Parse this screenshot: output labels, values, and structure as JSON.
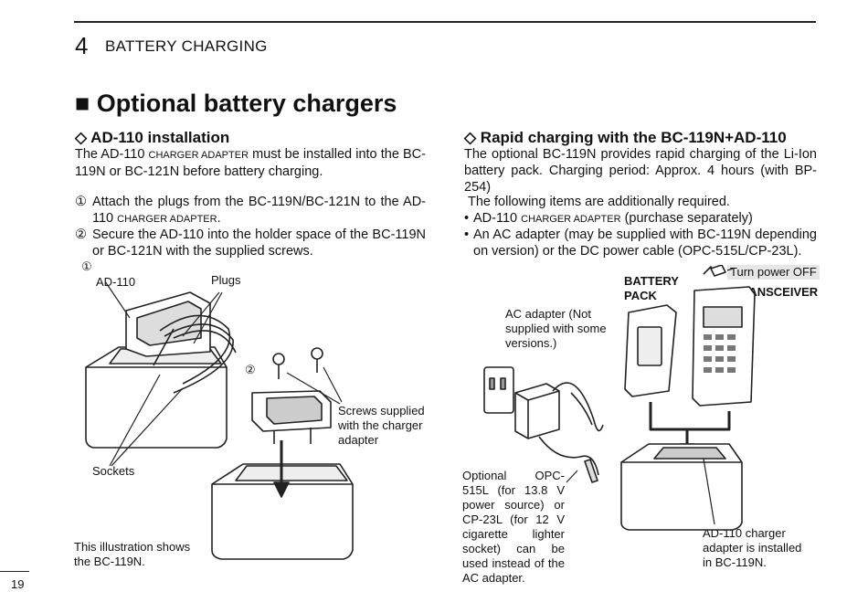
{
  "header": {
    "chapter_number": "4",
    "chapter_title": "BATTERY CHARGING"
  },
  "section_title": "■ Optional battery chargers",
  "left": {
    "title": "◇ AD-110 installation",
    "intro_a": "The AD-110 ",
    "intro_sc": "CHARGER ADAPTER",
    "intro_b": " must be installed into the BC-119N or BC-121N before battery charging.",
    "step1_marker": "①",
    "step1_a": "Attach the plugs from the BC-119N/BC-121N to the AD-110 ",
    "step1_sc": "CHARGER ADAPTER",
    "step1_b": ".",
    "step2_marker": "②",
    "step2_text": "Secure the AD-110 into the holder space of the BC-119N or BC-121N with the supplied screws.",
    "fig_marker1": "①",
    "fig_marker2": "②",
    "label_ad110": "AD-110",
    "label_plugs": "Plugs",
    "label_sockets": "Sockets",
    "label_screws": "Screws supplied with the charger adapter",
    "caption": "This illustration shows the BC-119N."
  },
  "right": {
    "title": "◇ Rapid charging with the BC-119N+AD-110",
    "intro": "The optional BC-119N provides rapid charging of the Li-Ion battery pack. Charging period: Approx. 4 hours (with BP-254)",
    "required": "The following items are additionally required.",
    "bullet1_a": "AD-110 ",
    "bullet1_sc": "CHARGER ADAPTER",
    "bullet1_b": " (purchase separately)",
    "bullet2": "An AC adapter (may be supplied with BC-119N depending on version) or the DC power cable (OPC-515L/CP-23L).",
    "label_turn_off": "Turn power OFF",
    "label_battery": "BATTERY PACK",
    "label_transceiver": "TRANSCEIVER",
    "label_ac_adapter": "AC adapter (Not supplied with some versions.)",
    "label_opc": "Optional OPC-515L (for 13.8 V power source) or CP-23L (for 12 V cigarette lighter socket) can be used instead of the AC adapter.",
    "label_ad110_installed": "AD-110 charger adapter is installed in BC-119N."
  },
  "page_number": "19"
}
